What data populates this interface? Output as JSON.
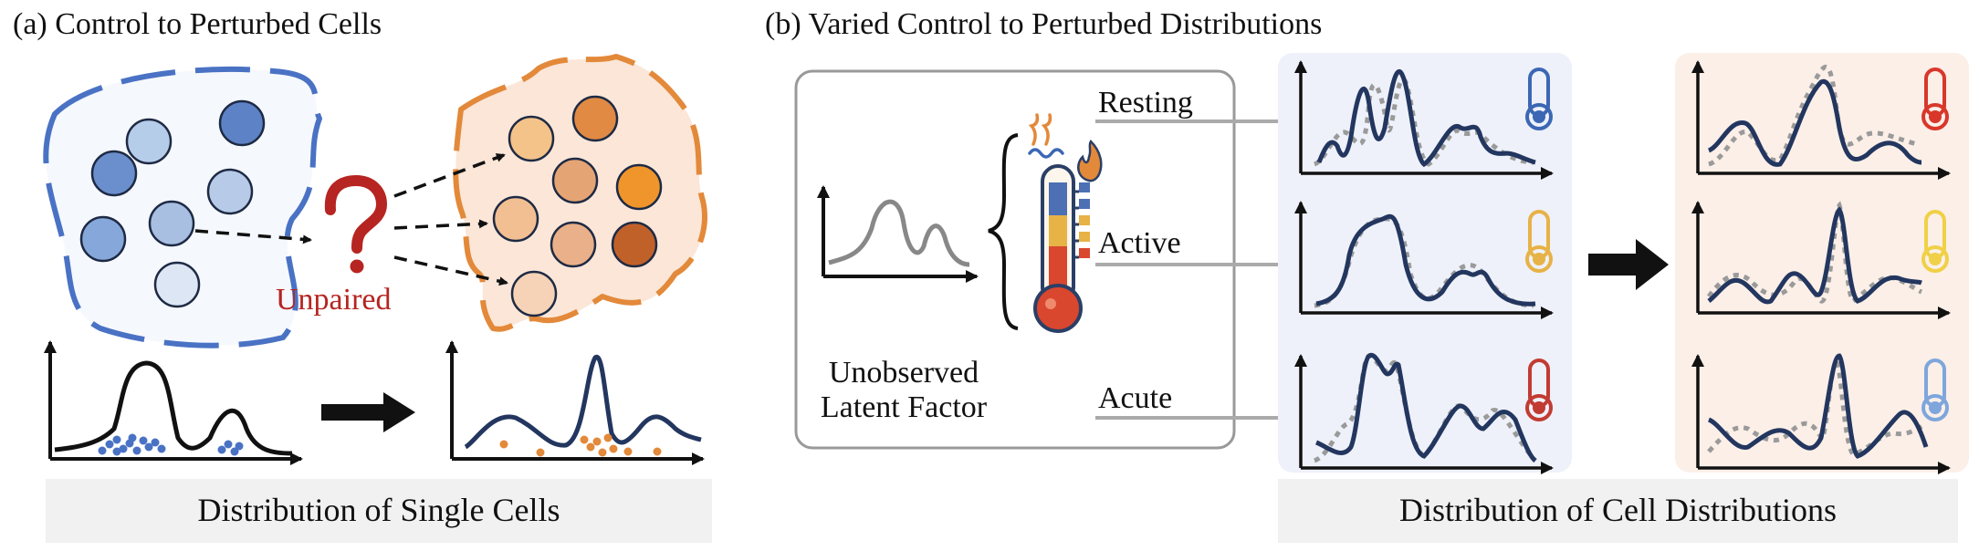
{
  "panel_a": {
    "title": "(a) Control to Perturbed Cells",
    "unpaired_label": "Unpaired",
    "question_mark": "?",
    "caption": "Distribution of Single Cells"
  },
  "panel_b": {
    "title": "(b) Varied Control to Perturbed Distributions",
    "latent_label_line1": "Unobserved",
    "latent_label_line2": "Latent Factor",
    "states": [
      "Resting",
      "Active",
      "Acute"
    ],
    "caption": "Distribution of Cell Distributions"
  },
  "colors": {
    "control_blue": "#4a72c4",
    "perturbed_orange": "#e3893a",
    "unpaired_red": "#b62521",
    "curve_navy": "#23365f",
    "control_panel_bg": "#eef1f9",
    "perturbed_panel_bg": "#fbefe8",
    "caption_bg": "#f1f1f1"
  },
  "icons": [
    "question-mark-icon",
    "thermometer-icon",
    "flame-icon",
    "heat-wave-icon",
    "thermometer-cold-icon",
    "thermometer-warm-icon",
    "thermometer-hot-icon",
    "arrow-right-icon"
  ]
}
